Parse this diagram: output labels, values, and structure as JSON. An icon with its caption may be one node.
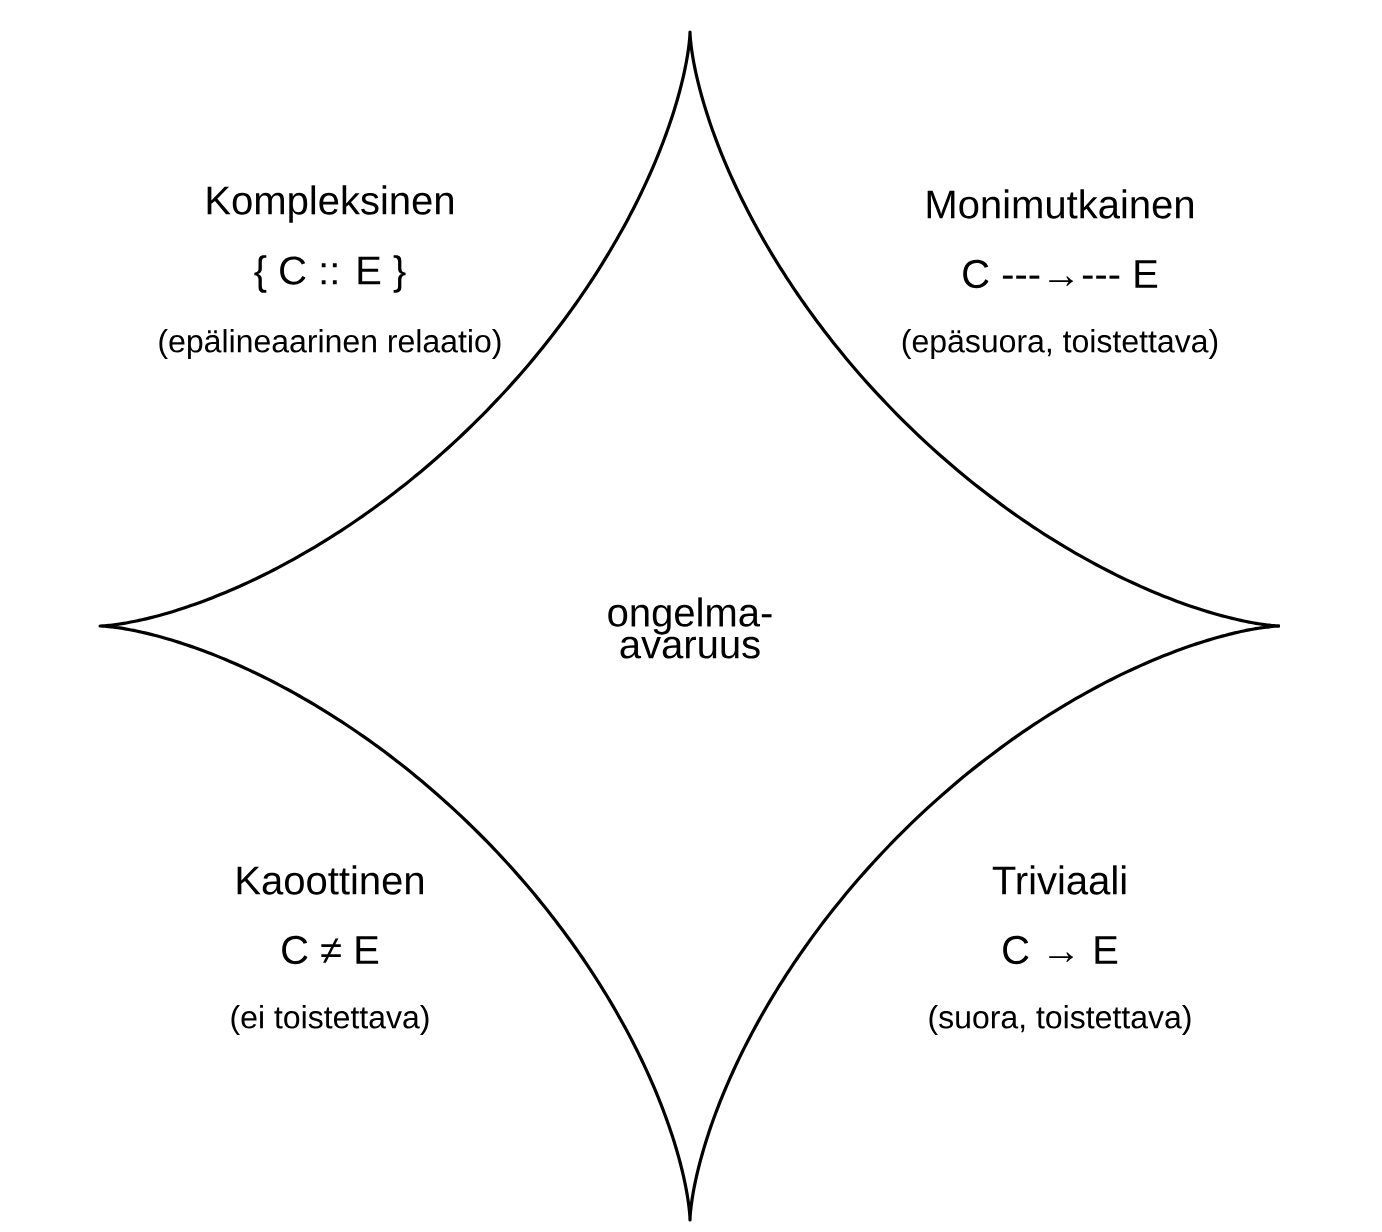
{
  "diagram": {
    "labels": [
      "Kompleksinen",
      "{ C :: E }",
      "(epälineaarinen relaatio)",
      "Monimutkainen",
      "C ---→--- E",
      "(epäsuora, toistettava)",
      "ongelma-avaruus",
      "Kaoottinen",
      "C ≠ E",
      "(ei toistettava)",
      "Triviaali",
      "C → E",
      "(suora, toistettava)"
    ]
  }
}
